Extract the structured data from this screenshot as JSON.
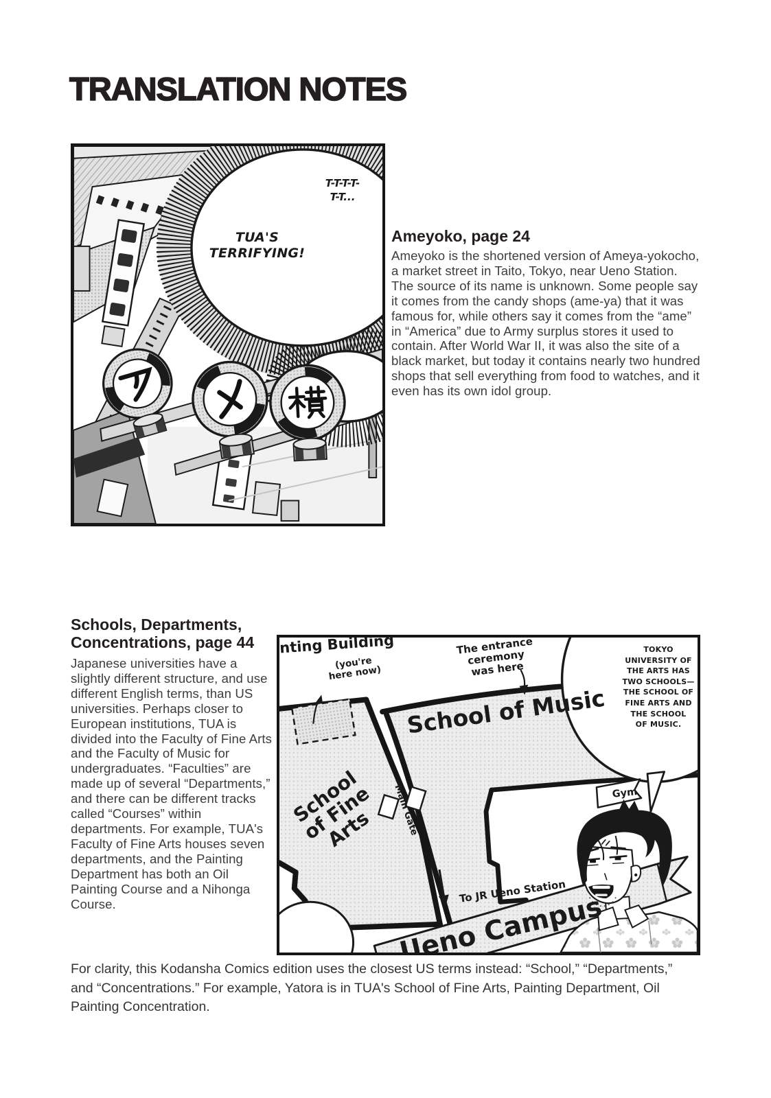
{
  "page_title": "TRANSLATION NOTES",
  "notes": [
    {
      "heading": "Ameyoko, page 24",
      "body": "Ameyoko is the shortened version of Ameya-yokocho, a market street in Taito, Tokyo, near Ueno Station. The source of its name is unknown. Some people say it comes from the candy shops (ame-ya) that it was famous for, while others say it comes from the “ame” in “America” due to Army surplus stores it used to contain. After World War II, it was also the site of a black market, but today it contains nearly two hundred shops that sell everything from food to watches, and it even has its own idol group."
    },
    {
      "heading": "Schools, Departments,\nConcentrations, page 44",
      "body": "Japanese universities have a slightly different structure, and use different English terms, than US universities. Perhaps closer to European institutions, TUA is divided into the Faculty of Fine Arts and the Faculty of Music for undergraduates. “Faculties” are made up of several “Departments,” and there can be different tracks called “Courses” within departments. For example, TUA's Faculty of Fine Arts houses seven departments, and the Painting Department has both an Oil Painting Course and a Nihonga Course."
    }
  ],
  "footer": "For clarity, this Kodansha Comics edition uses the closest US terms instead: “School,” “Departments,” and “Concentrations.” For example, Yatora is in TUA's School of Fine Arts, Painting Department, Oil Painting Concentration.",
  "ameyoko_panel": {
    "stutter": "T-T-T-T-\nT-T...",
    "shout": "TUA'S\nTERRIFYING!",
    "sign_characters": [
      "ア",
      "メ",
      "横"
    ]
  },
  "map_panel": {
    "painting_building": "Painting Building",
    "you_are_here": "(you're\nhere now)",
    "entrance_ceremony": "The entrance ceremony\nwas here",
    "school_of_music": "School of Music",
    "school_of_fine_arts": "School\nof Fine\nArts",
    "main_gate": "Main Gate",
    "to_jr": "To JR Ueno Station",
    "gym": "Gym",
    "ueno_campus": "Ueno Campus",
    "balloon": "TOKYO\nUNIVERSITY OF\nTHE ARTS HAS\nTWO SCHOOLS—\nTHE SCHOOL OF\nFINE ARTS AND\nTHE SCHOOL\nOF MUSIC."
  }
}
